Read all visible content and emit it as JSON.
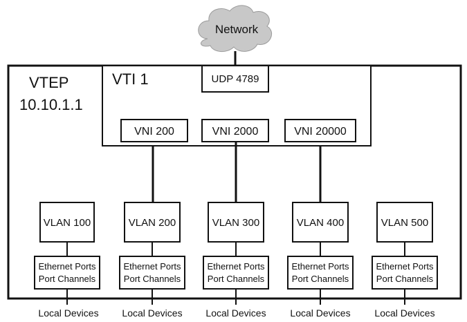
{
  "network": {
    "label": "Network",
    "cloud_color": "#c8c8c8"
  },
  "vtep": {
    "title": "VTEP",
    "address": "10.10.1.1"
  },
  "vti": {
    "label": "VTI 1",
    "udp_label": "UDP 4789"
  },
  "vnis": [
    {
      "label": "VNI 200"
    },
    {
      "label": "VNI 2000"
    },
    {
      "label": "VNI 20000"
    }
  ],
  "vlans": [
    {
      "label": "VLAN 100"
    },
    {
      "label": "VLAN 200"
    },
    {
      "label": "VLAN 300"
    },
    {
      "label": "VLAN 400"
    },
    {
      "label": "VLAN 500"
    }
  ],
  "ports": [
    {
      "line1": "Ethernet Ports",
      "line2": "Port Channels"
    },
    {
      "line1": "Ethernet Ports",
      "line2": "Port Channels"
    },
    {
      "line1": "Ethernet Ports",
      "line2": "Port Channels"
    },
    {
      "line1": "Ethernet Ports",
      "line2": "Port Channels"
    },
    {
      "line1": "Ethernet Ports",
      "line2": "Port Channels"
    }
  ],
  "local_devices": [
    {
      "label": "Local Devices"
    },
    {
      "label": "Local Devices"
    },
    {
      "label": "Local Devices"
    },
    {
      "label": "Local Devices"
    },
    {
      "label": "Local Devices"
    }
  ]
}
